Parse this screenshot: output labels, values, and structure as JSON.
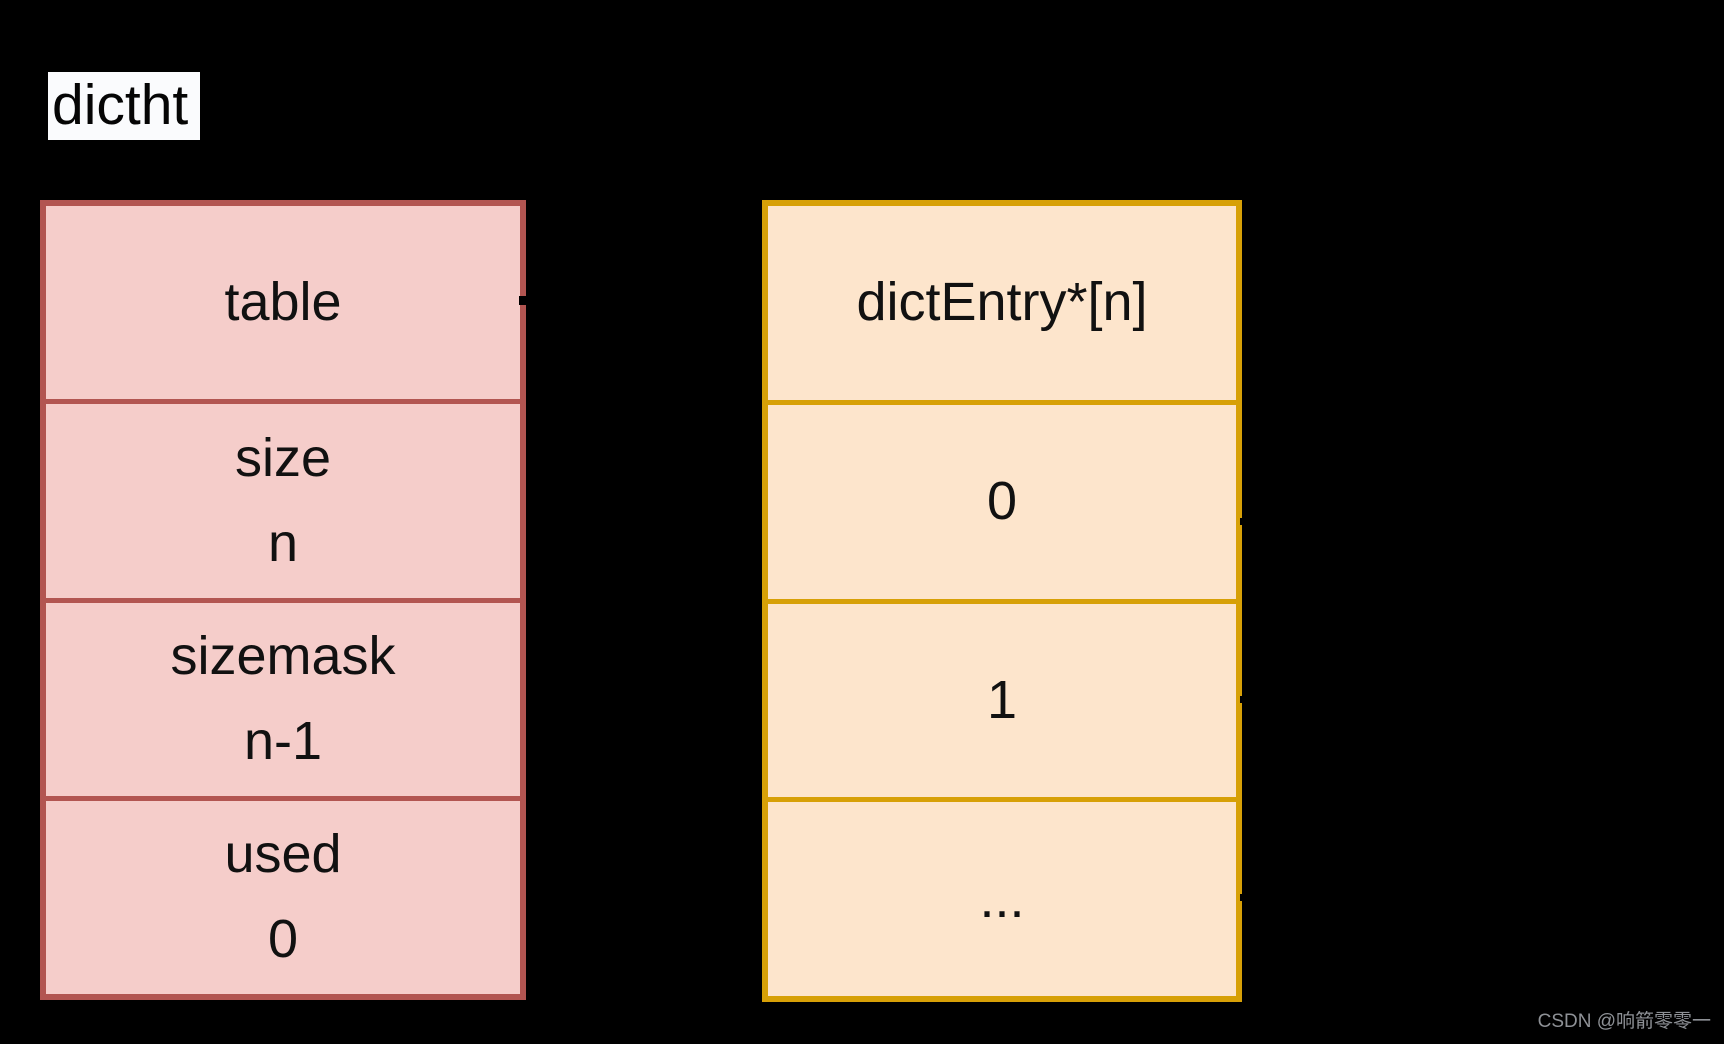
{
  "title_label": {
    "text": "dictht"
  },
  "structs": {
    "dictht": {
      "description": "hash table struct",
      "rows": [
        {
          "lines": [
            "table"
          ]
        },
        {
          "lines": [
            "size",
            "n"
          ]
        },
        {
          "lines": [
            "sizemask",
            "n-1"
          ]
        },
        {
          "lines": [
            "used",
            "0"
          ]
        }
      ]
    },
    "bucket_array": {
      "description": "bucket pointer array",
      "rows": [
        {
          "lines": [
            "dictEntry*[n]"
          ]
        },
        {
          "lines": [
            "0"
          ]
        },
        {
          "lines": [
            "1"
          ]
        },
        {
          "lines": [
            "..."
          ]
        }
      ]
    }
  },
  "colors": {
    "background": "#000000",
    "dictht_fill": "#f5cdca",
    "dictht_border": "#b25551",
    "bucket_fill": "#fde5cc",
    "bucket_border": "#d7a007",
    "label_background": "#fafbfd",
    "text": "#111111",
    "watermark": "#8e9196"
  },
  "watermark": {
    "text": "CSDN @响箭零零一"
  }
}
